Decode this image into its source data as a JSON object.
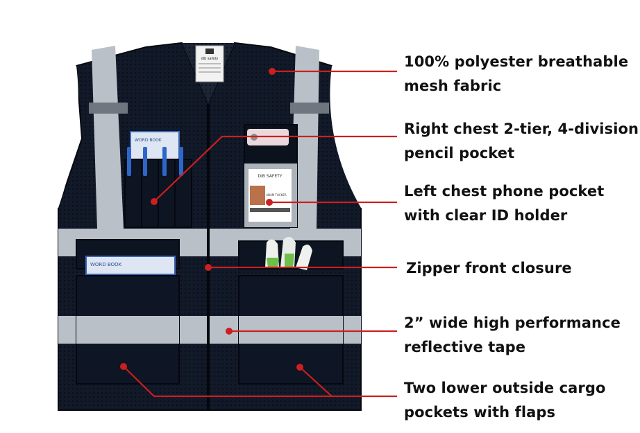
{
  "product_image": {
    "tag_text": "dib safety",
    "phone_badge_text": "DIB SAFETY",
    "badge_name_text": "ADAM TUCKER",
    "notebook_label": "WORD BOOK"
  },
  "callouts": [
    {
      "line1": "100% polyester breathable",
      "line2": "mesh fabric"
    },
    {
      "line1": "Right chest 2-tier, 4-division",
      "line2": "pencil pocket"
    },
    {
      "line1": "Left chest phone pocket",
      "line2": "with clear ID holder"
    },
    {
      "line1": "Zipper front closure",
      "line2": ""
    },
    {
      "line1": "2” wide high performance",
      "line2": "reflective tape"
    },
    {
      "line1": "Two lower outside cargo",
      "line2": "pockets with flaps"
    }
  ],
  "colors": {
    "vest": "#0f1625",
    "reflective_tape": "#b9c0c8",
    "pointer_line": "#cc1f1f",
    "text": "#111111",
    "background": "#ffffff"
  }
}
